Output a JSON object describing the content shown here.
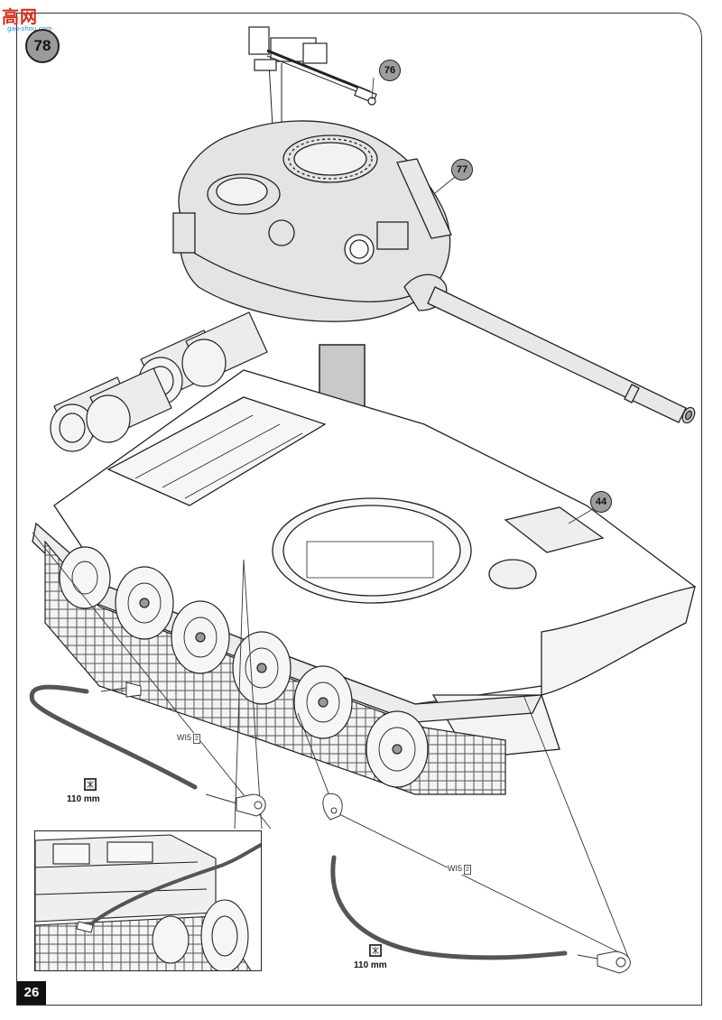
{
  "watermark": {
    "logo": "高网",
    "url": "gao-shou.com"
  },
  "step": {
    "number": "78"
  },
  "parts": [
    {
      "id": "part-76",
      "label": "76"
    },
    {
      "id": "part-77",
      "label": "77"
    },
    {
      "id": "part-44",
      "label": "44"
    }
  ],
  "wires": [
    {
      "code": "WI5",
      "quantity": "2",
      "length": "110 mm",
      "icon": "cut-wire-icon"
    },
    {
      "code": "WI5",
      "quantity": "2",
      "length": "110 mm",
      "icon": "cut-wire-icon"
    }
  ],
  "page": {
    "number": "26"
  },
  "colors": {
    "turret_fill": "#e6e6e6",
    "line": "#222222",
    "badge": "#9d9d9d",
    "watermark": "#d0301f"
  }
}
